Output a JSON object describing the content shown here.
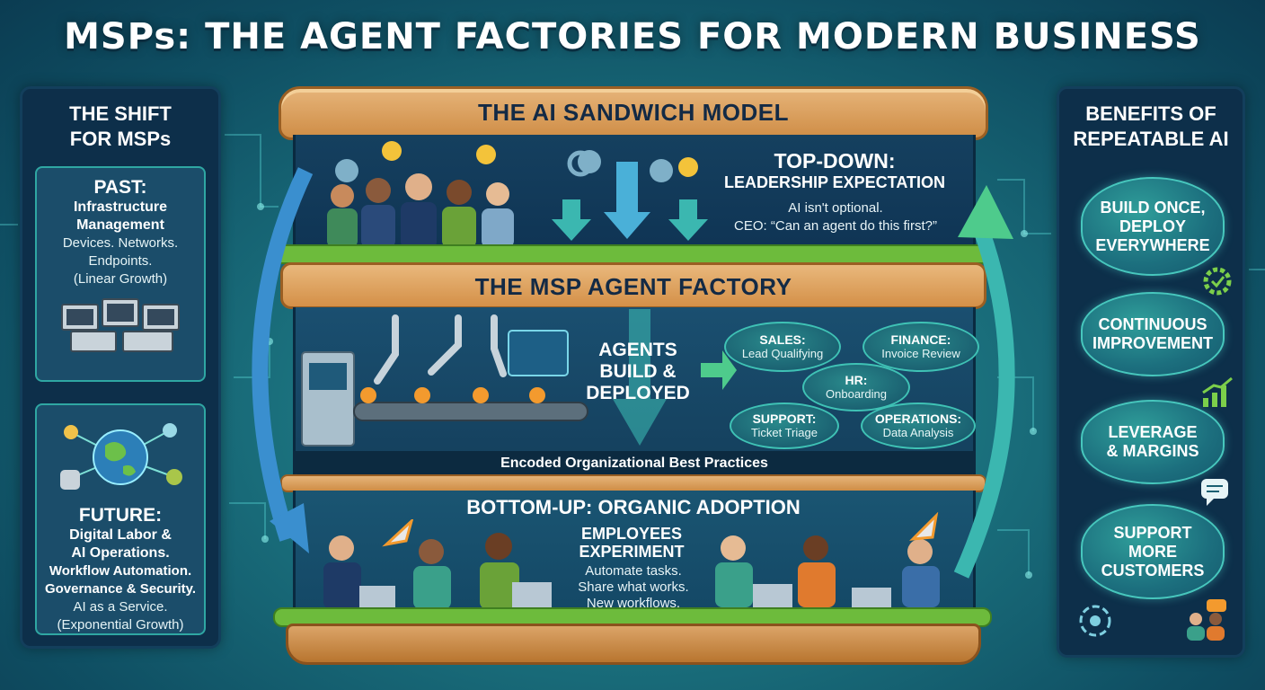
{
  "title": "MSPs: THE AGENT FACTORIES FOR MODERN BUSINESS",
  "left_panel": {
    "heading": [
      "THE SHIFT",
      "FOR MSPs"
    ],
    "past": {
      "title": "PAST:",
      "subtitle": [
        "Infrastructure",
        "Management"
      ],
      "lines": [
        "Devices. Networks.",
        "Endpoints.",
        "(Linear Growth)"
      ]
    },
    "future": {
      "title": "FUTURE:",
      "subtitle": [
        "Digital Labor &",
        "AI Operations."
      ],
      "lines": [
        "Workflow Automation.",
        "Governance & Security.",
        "AI as a Service.",
        "(Exponential Growth)"
      ]
    }
  },
  "sandwich": {
    "top_bread": "THE AI SANDWICH MODEL",
    "top_down": {
      "title": "TOP-DOWN:",
      "subtitle": "LEADERSHIP EXPECTATION",
      "lines": [
        "AI isn't optional.",
        "CEO: “Can an agent do this first?”"
      ]
    },
    "factory": {
      "title": "THE MSP AGENT FACTORY",
      "agents_text": [
        "AGENTS",
        "BUILD &",
        "DEPLOYED"
      ],
      "departments": [
        {
          "name": "SALES:",
          "task": "Lead Qualifying"
        },
        {
          "name": "FINANCE:",
          "task": "Invoice Review"
        },
        {
          "name": "HR:",
          "task": "Onboarding"
        },
        {
          "name": "SUPPORT:",
          "task": "Ticket Triage"
        },
        {
          "name": "OPERATIONS:",
          "task": "Data Analysis"
        }
      ],
      "footer": "Encoded Organizational Best Practices"
    },
    "bottom_up": {
      "title": "BOTTOM-UP: ORGANIC ADOPTION",
      "subtitle": [
        "EMPLOYEES",
        "EXPERIMENT"
      ],
      "lines": [
        "Automate tasks.",
        "Share what works.",
        "New workflows."
      ]
    }
  },
  "right_panel": {
    "heading": [
      "BENEFITS OF",
      "REPEATABLE AI"
    ],
    "benefits": [
      [
        "BUILD ONCE,",
        "DEPLOY",
        "EVERYWHERE"
      ],
      [
        "CONTINUOUS",
        "IMPROVEMENT"
      ],
      [
        "LEVERAGE",
        "& MARGINS"
      ],
      [
        "SUPPORT",
        "MORE",
        "CUSTOMERS"
      ]
    ]
  },
  "colors": {
    "bread": "#d99a55",
    "lettuce": "#6dbb3c",
    "panel": "#0d2f4a",
    "accent": "#47c7bd",
    "arrow": "#3bb7b0"
  }
}
